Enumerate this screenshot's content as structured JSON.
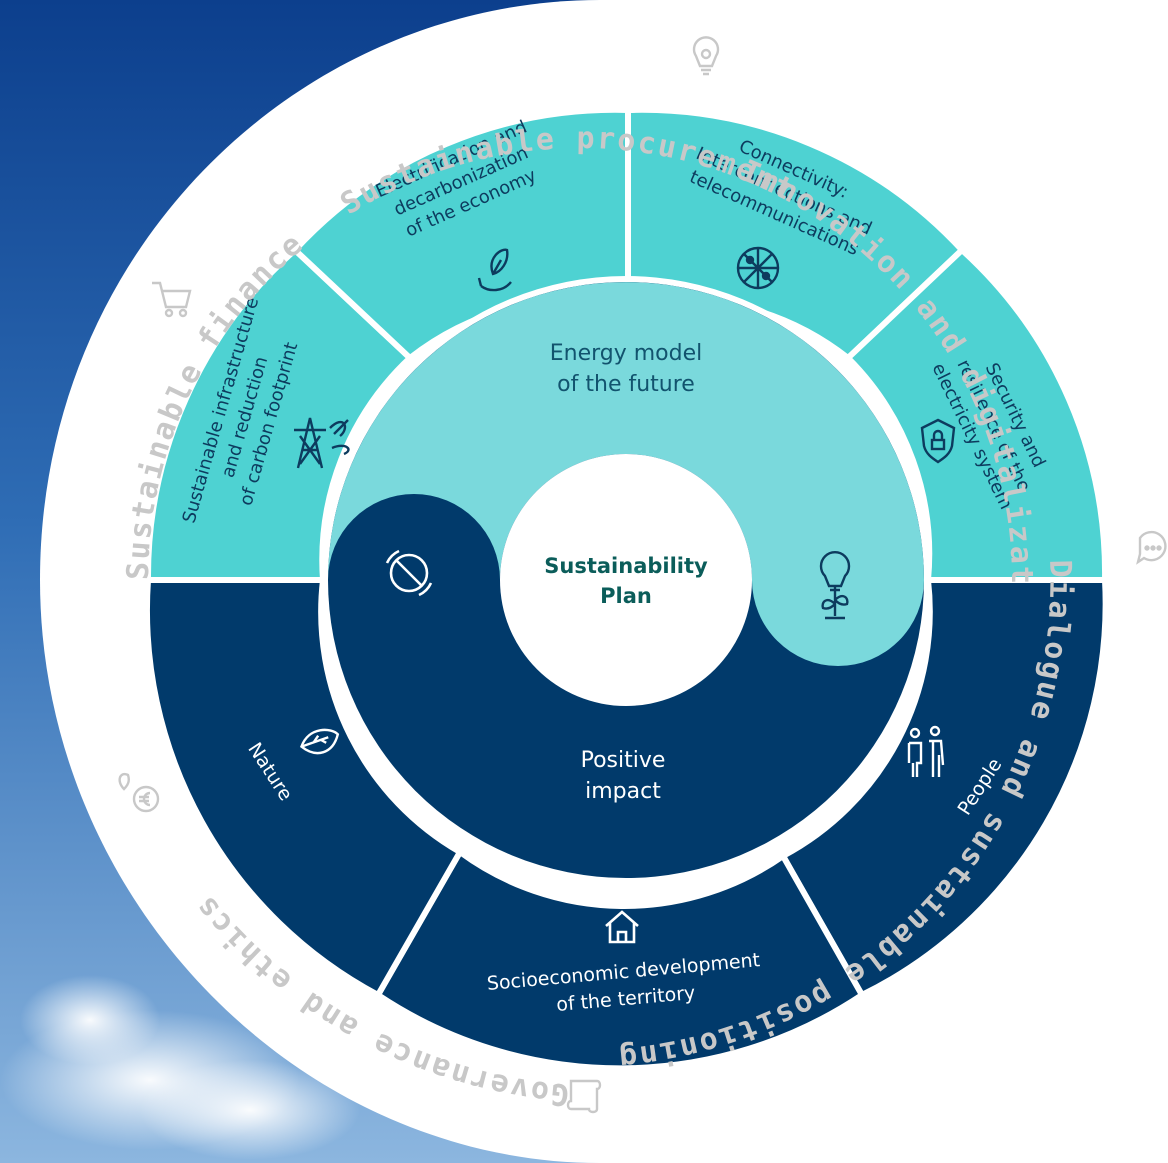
{
  "center": {
    "line1": "Sustainability",
    "line2": "Plan"
  },
  "pillars": {
    "energy": {
      "line1": "Energy model",
      "line2": "of the future"
    },
    "impact": {
      "line1": "Positive",
      "line2": "impact"
    }
  },
  "segments": {
    "infrastructure": [
      "Sustainable infrastructure",
      "and reduction",
      "of carbon footprint"
    ],
    "electrification": [
      "Electrification and",
      "decarbonization",
      "of the economy"
    ],
    "connectivity": [
      "Connectivity:",
      "Interconnections and",
      "telecommunications"
    ],
    "security": [
      "Security and",
      "resilience of the",
      "electricity system"
    ],
    "people": "People",
    "socioeconomic": [
      "Socioeconomic development",
      "of the territory"
    ],
    "nature": "Nature"
  },
  "ring": {
    "sustainable_finance": "Sustainable finance",
    "sustainable_procurement": "Sustainable procurement",
    "innovation": "Innovation and digitalization",
    "dialogue": "Dialogue and sustainable positioning",
    "governance": "Governance and ethics"
  },
  "icons": {
    "tower": "transmission-tower-icon",
    "leaf_hand": "leaf-hand-icon",
    "network": "network-globe-icon",
    "shield": "shield-lock-icon",
    "no_emissions": "no-emissions-icon",
    "bulb": "lightbulb-plant-icon",
    "nature_leaf": "leaf-icon",
    "people": "people-icon",
    "home": "home-icon",
    "cart": "cart-icon",
    "gear_bulb": "gear-bulb-icon",
    "chat": "chat-icon",
    "euro_plant": "euro-plant-icon",
    "scroll": "scroll-icon"
  },
  "colors": {
    "teal": "#4ed2d2",
    "light_teal": "#7ad9dc",
    "navy": "#013a6b",
    "ring_text": "#c8c8c8",
    "center_text": "#0b5d5a"
  }
}
